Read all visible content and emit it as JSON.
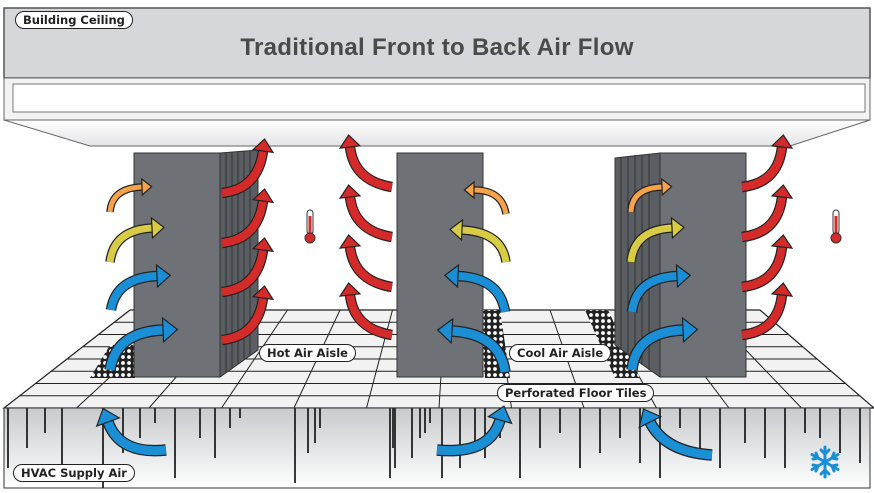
{
  "title": "Traditional Front to Back Air Flow",
  "labels": {
    "ceiling": "Building Ceiling",
    "hot_aisle": "Hot Air Aisle",
    "cool_aisle": "Cool Air Aisle",
    "perforated_tiles": "Perforated Floor Tiles",
    "hvac": "HVAC Supply Air"
  },
  "icons": {
    "hot_indicator": "thermometer-icon",
    "cold_indicator": "snowflake-icon"
  },
  "colors": {
    "hot_air": "#d42a2a",
    "cool_air": "#1a8fd6",
    "warm_air_yellow": "#d9cc45",
    "warm_air_orange": "#f5a24a",
    "rack": "#6e7276",
    "ceiling": "#d6d7da",
    "title_text": "#4a4a4a"
  }
}
